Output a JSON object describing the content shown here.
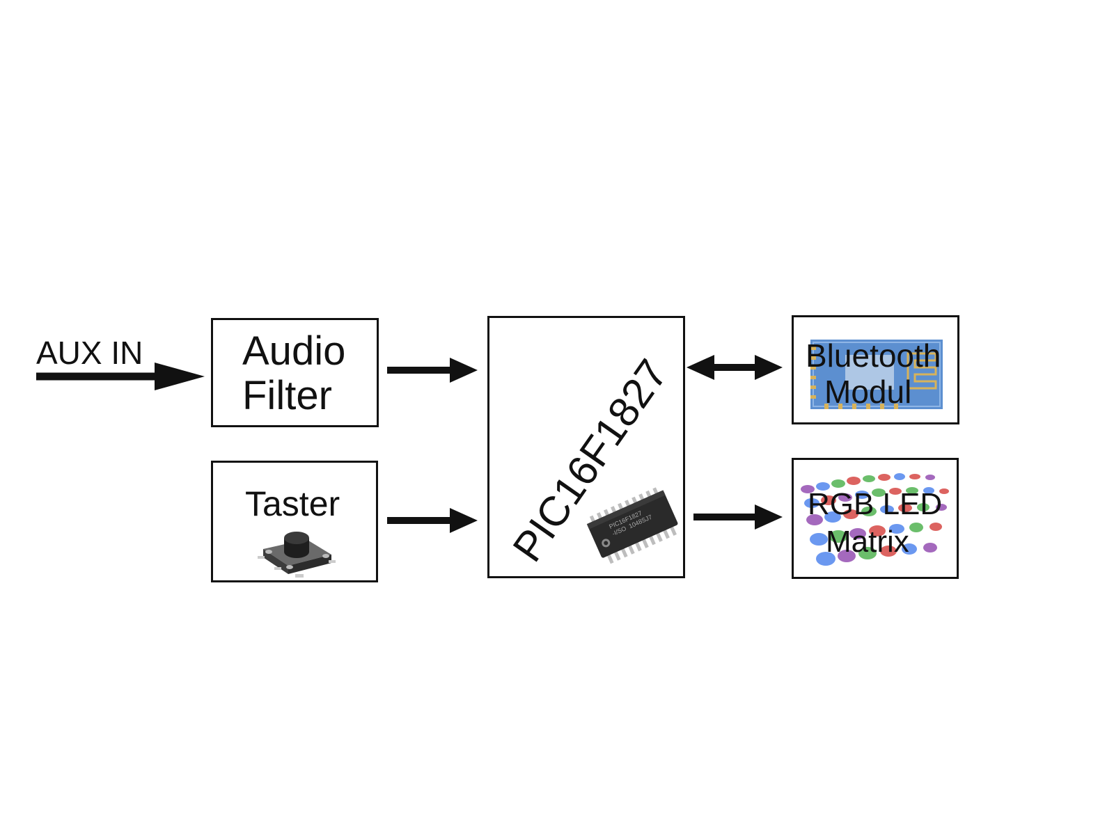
{
  "input_label": "AUX IN",
  "blocks": {
    "audio_filter": {
      "line1": "Audio",
      "line2": "Filter"
    },
    "taster": {
      "label": "Taster"
    },
    "mcu": {
      "label": "PIC16F1827",
      "chip_marking": [
        "PIC16F1827",
        "-I/SO",
        "1048SJ7"
      ]
    },
    "bluetooth": {
      "line1": "Bluetooth",
      "line2": "Modul"
    },
    "led_matrix": {
      "line1": "RGB LED",
      "line2": "Matrix"
    }
  },
  "colors": {
    "stroke": "#111111",
    "bluetooth_pcb": "#4f86c6",
    "chip_body": "#2a2a2a",
    "led_red": "#d9534f",
    "led_green": "#5cb85c",
    "led_blue": "#5b8def",
    "led_purple": "#9b59b6"
  }
}
